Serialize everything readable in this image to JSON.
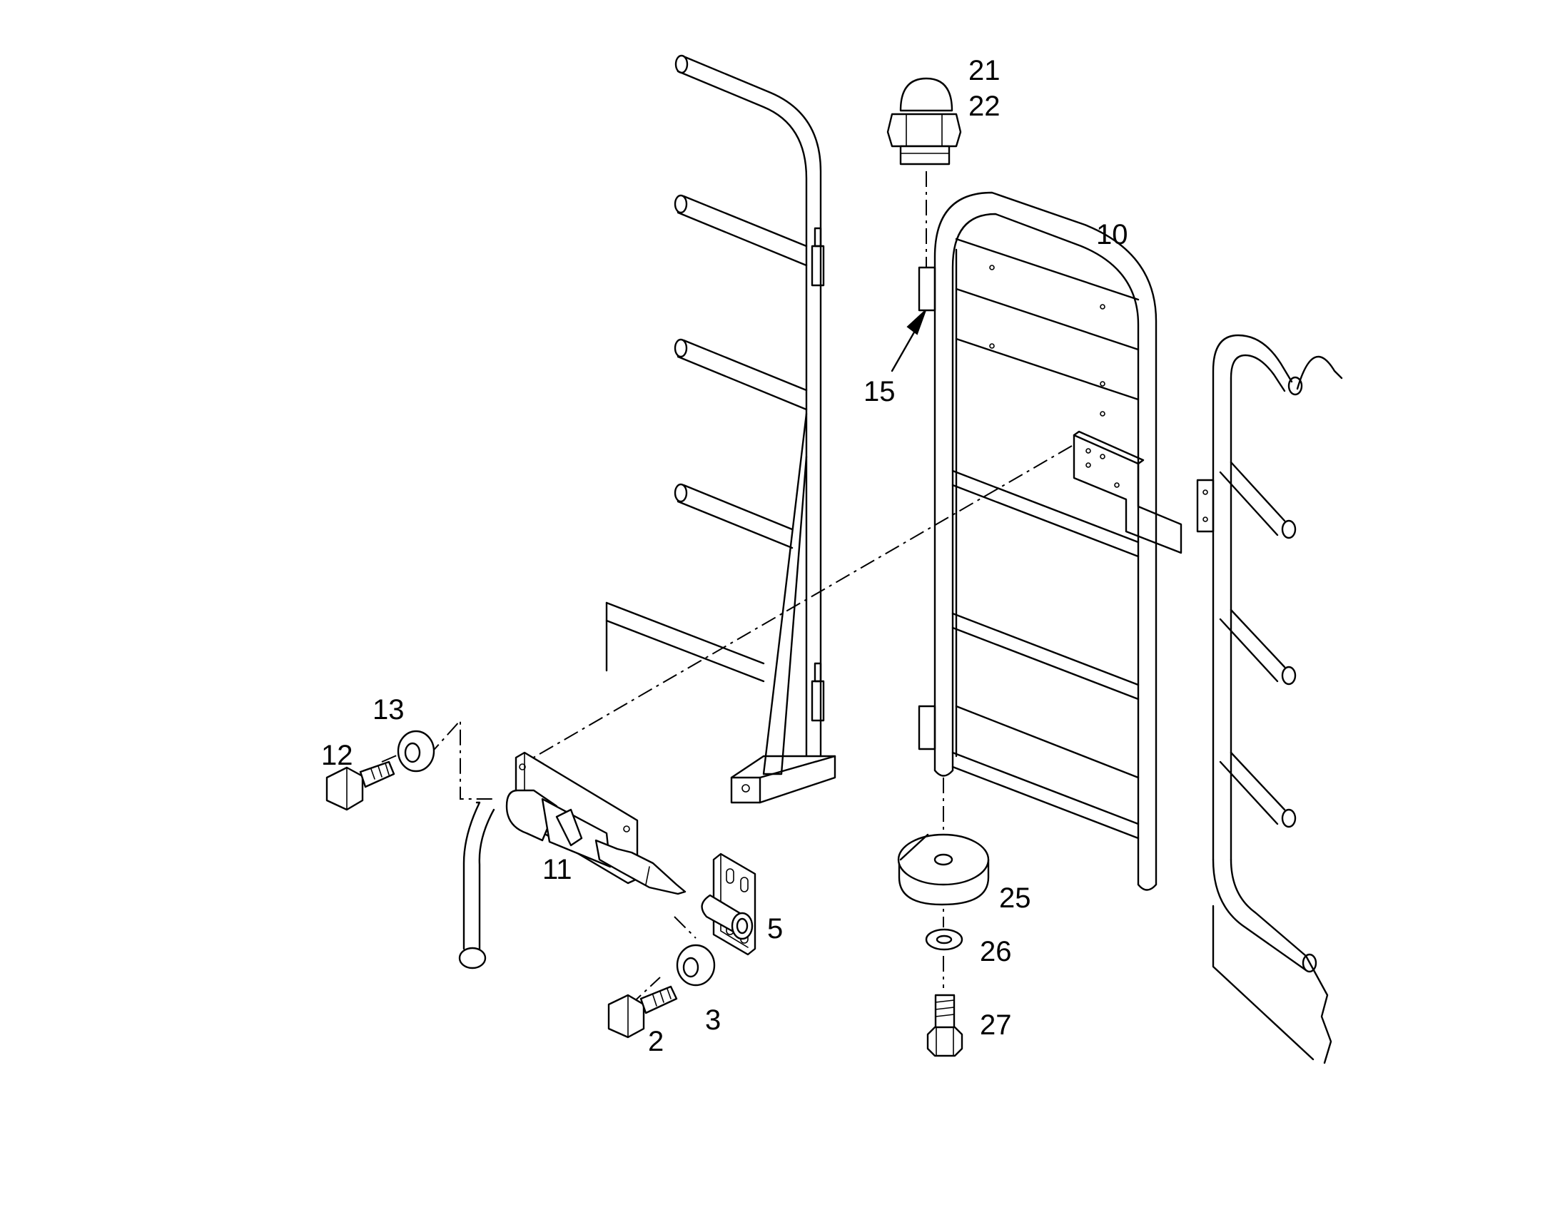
{
  "callouts": [
    {
      "id": "c21",
      "text": "21"
    },
    {
      "id": "c22",
      "text": "22"
    },
    {
      "id": "c10",
      "text": "10"
    },
    {
      "id": "c15",
      "text": "15"
    },
    {
      "id": "c13",
      "text": "13"
    },
    {
      "id": "c12",
      "text": "12"
    },
    {
      "id": "c11",
      "text": "11"
    },
    {
      "id": "c5",
      "text": "5"
    },
    {
      "id": "c3",
      "text": "3"
    },
    {
      "id": "c2",
      "text": "2"
    },
    {
      "id": "c25",
      "text": "25"
    },
    {
      "id": "c26",
      "text": "26"
    },
    {
      "id": "c27",
      "text": "27"
    }
  ]
}
